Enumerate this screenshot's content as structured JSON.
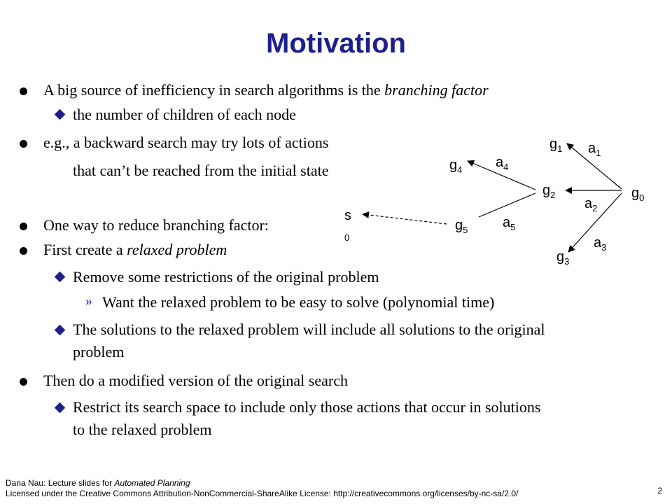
{
  "title": "Motivation",
  "bullets": {
    "b1": {
      "pre": "A big source of inefficiency in search algorithms is the ",
      "em": "branching factor"
    },
    "b1_sub": "the number of children of each node",
    "b2": "e.g., a backward search may try lots of actions",
    "b2_cont": "that can’t be reached from the initial state",
    "b3": "One way to reduce branching factor:",
    "b4": {
      "pre": "First create a ",
      "em": "relaxed problem"
    },
    "b4_sub1": "Remove some restrictions of the original problem",
    "b4_sub1_sub": "Want the relaxed problem to be easy to solve (polynomial time)",
    "b4_sub2_l1": "The solutions to the relaxed problem will include all solutions to the original",
    "b4_sub2_l2": "problem",
    "b5": "Then do a modified version of the original search",
    "b5_sub_l1": "Restrict its search space to include only those actions that occur in solutions",
    "b5_sub_l2": "to the relaxed problem"
  },
  "diagram": {
    "nodes": {
      "g0": "g",
      "g1": "g",
      "g2": "g",
      "g3": "g",
      "g4": "g",
      "g5": "g",
      "s": "s"
    },
    "subs": {
      "g0": "0",
      "g1": "1",
      "g2": "2",
      "g3": "3",
      "g4": "4",
      "g5": "5",
      "s": "0"
    },
    "actions": {
      "a1": "a",
      "a2": "a",
      "a3": "a",
      "a4": "a",
      "a5": "a"
    },
    "action_subs": {
      "a1": "1",
      "a2": "2",
      "a3": "3",
      "a4": "4",
      "a5": "5"
    }
  },
  "footer": {
    "line1_pre": "Dana Nau: Lecture slides for ",
    "line1_em": "Automated Planning",
    "line2": "Licensed under the Creative Commons Attribution-NonCommercial-ShareAlike License: http://creativecommons.org/licenses/by-nc-sa/2.0/",
    "page": "2"
  }
}
